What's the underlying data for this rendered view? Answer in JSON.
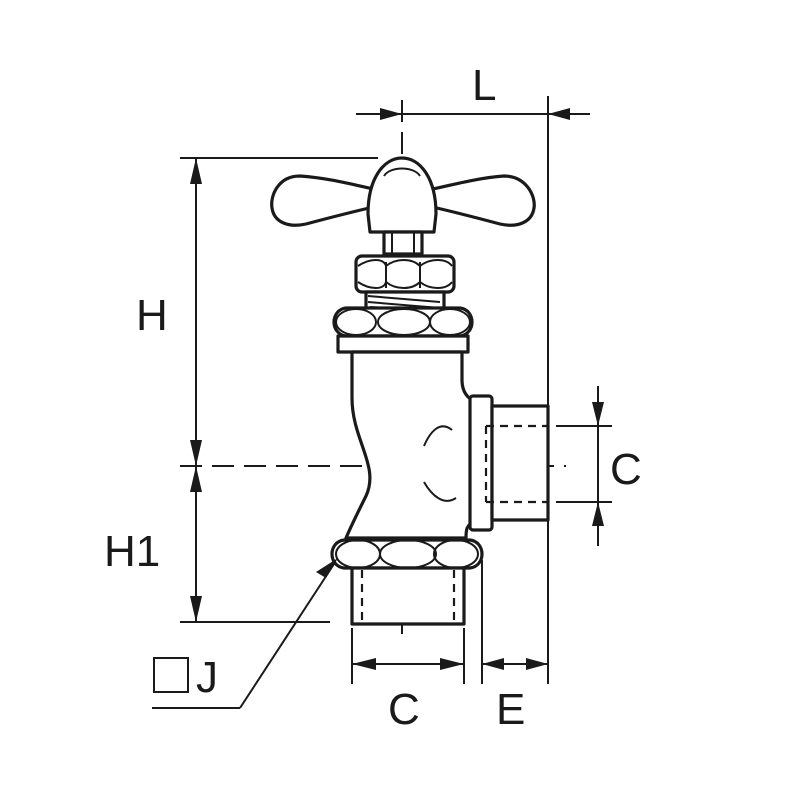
{
  "labels": {
    "L": "L",
    "H": "H",
    "H1": "H1",
    "C_side": "C",
    "C_bottom": "C",
    "E": "E",
    "J": "J"
  },
  "colors": {
    "ink": "#1a1a1a",
    "background": "#ffffff"
  }
}
